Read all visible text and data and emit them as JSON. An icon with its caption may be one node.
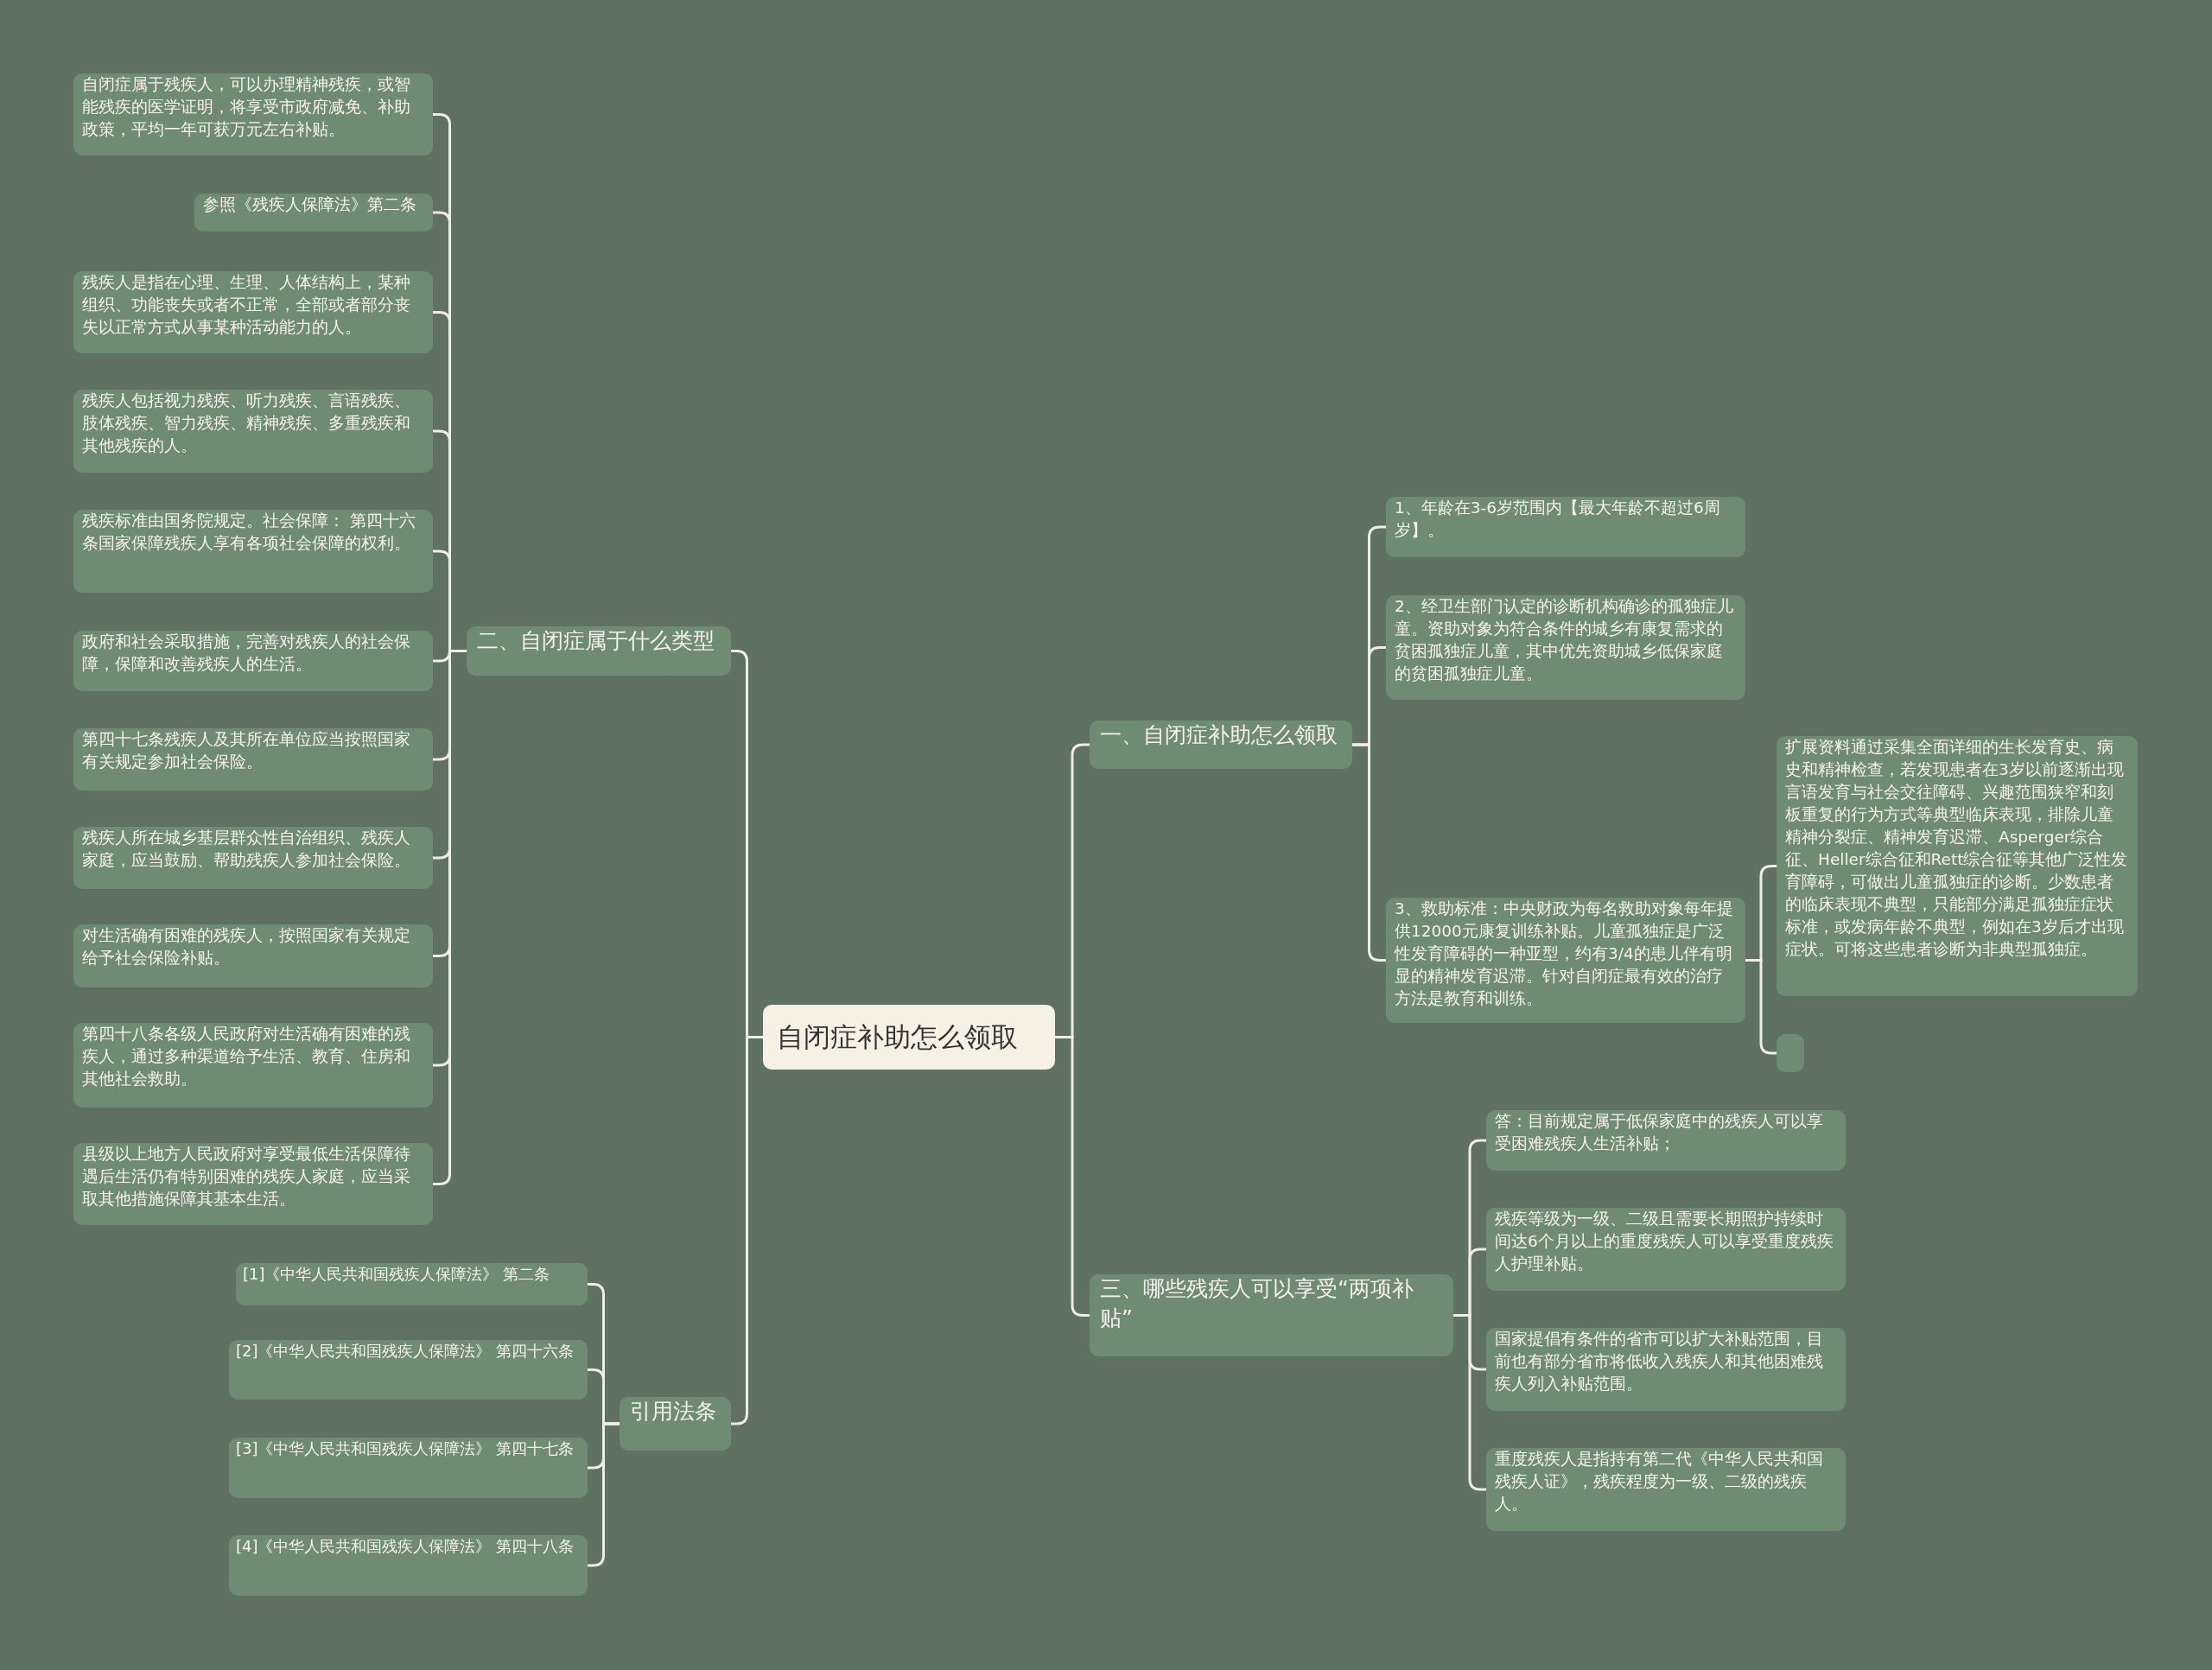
{
  "diagram": {
    "nodes": [
      {
        "text": [
          "自闭症补助怎么领取"
        ]
      },
      {
        "text": [
          "一、自闭症补助怎么领取"
        ]
      },
      {
        "text": [
          "1、年龄在3-6岁范围内【最大年龄不超过6周岁】。"
        ]
      },
      {
        "text": [
          "2、经卫生部门认定的诊断机构确诊的孤独症儿童。资助对象为符合条件的城乡有康复需求的贫困孤独症儿童，其中优先资助城乡低保家庭的贫困孤独症儿童。"
        ]
      },
      {
        "text": [
          "3、救助标准：中央财政为每名救助对象每年提供12000元康复训练补贴。儿童孤独症是广泛性发育障碍的一种亚型，约有3/4的患儿伴有明显的精神发育迟滞。针对自闭症最有效的治疗方法是教育和训练。"
        ]
      },
      {
        "text": [
          "扩展资料通过采集全面详细的生长发育史、病史和精神检查，若发现患者在3岁以前逐渐出现言语发育与社会交往障碍、兴趣范围狭窄和刻板重复的行为方式等典型临床表现，排除儿童精神分裂症、精神发育迟滞、Asperger综合征、Heller综合征和Rett综合征等其他广泛性发育障碍，可做出儿童孤独症的诊断。少数患者的临床表现不典型，只能部分满足孤独症症状标准，或发病年龄不典型，例如在3岁后才出现症状。可将这些患者诊断为非典型孤独症。"
        ]
      },
      {
        "text": [],
        "shape": "box"
      },
      {
        "text": [
          "三、哪些残疾人可以享受“两项补贴”"
        ]
      },
      {
        "text": [
          "答：目前规定属于低保家庭中的残疾人可以享受困难残疾人生活补贴；"
        ]
      },
      {
        "text": [
          "残疾等级为一级、二级且需要长期照护持续时间达6个月以上的重度残疾人可以享受重度残疾人护理补贴。"
        ]
      },
      {
        "text": [
          "国家提倡有条件的省市可以扩大补贴范围，目前也有部分省市将低收入残疾人和其他困难残疾人列入补贴范围。"
        ]
      },
      {
        "text": [
          "重度残疾人是指持有第二代《中华人民共和国残疾人证》，残疾程度为一级、二级的残疾人。"
        ]
      },
      {
        "text": [
          "二、自闭症属于什么类型"
        ]
      },
      {
        "text": [
          "自闭症属于残疾人，可以办理精神残疾，或智能残疾的医学证明，将享受市政府减免、补助政策，平均一年可获万元左右补贴。"
        ]
      },
      {
        "text": [
          "参照《残疾人保障法》第二条"
        ]
      },
      {
        "text": [
          "残疾人是指在心理、生理、人体结构上，某种组织、功能丧失或者不正常，全部或者部分丧失以正常方式从事某种活动能力的人。"
        ]
      },
      {
        "text": [
          "残疾人包括视力残疾、听力残疾、言语残疾、肢体残疾、智力残疾、精神残疾、多重残疾和其他残疾的人。"
        ]
      },
      {
        "text": [
          "残疾标准由国务院规定。社会保障： 第四十六条国家保障残疾人享有各项社会保障的权利。"
        ]
      },
      {
        "text": [
          "政府和社会采取措施，完善对残疾人的社会保障，保障和改善残疾人的生活。"
        ]
      },
      {
        "text": [
          "第四十七条残疾人及其所在单位应当按照国家有关规定参加社会保险。"
        ]
      },
      {
        "text": [
          "残疾人所在城乡基层群众性自治组织、残疾人家庭，应当鼓励、帮助残疾人参加社会保险。"
        ]
      },
      {
        "text": [
          "对生活确有困难的残疾人，按照国家有关规定给予社会保险补贴。"
        ]
      },
      {
        "text": [
          "第四十八条各级人民政府对生活确有困难的残疾人，通过多种渠道给予生活、教育、住房和其他社会救助。"
        ]
      },
      {
        "text": [
          "县级以上地方人民政府对享受最低生活保障待遇后生活仍有特别困难的残疾人家庭，应当采取其他措施保障其基本生活。"
        ]
      },
      {
        "text": [
          "引用法条"
        ]
      },
      {
        "text": [
          "[1]《中华人民共和国残疾人保障法》 第二条"
        ]
      },
      {
        "text": [
          "[2]《中华人民共和国残疾人保障法》 第四十六条"
        ]
      },
      {
        "text": [
          "[3]《中华人民共和国残疾人保障法》 第四十七条"
        ]
      },
      {
        "text": [
          "[4]《中华人民共和国残疾人保障法》 第四十八条"
        ]
      }
    ],
    "edges": [
      {
        "from": 0,
        "to": 1,
        "arrow": "none"
      },
      {
        "from": 1,
        "to": 2,
        "arrow": "none"
      },
      {
        "from": 1,
        "to": 3,
        "arrow": "none"
      },
      {
        "from": 1,
        "to": 4,
        "arrow": "none"
      },
      {
        "from": 4,
        "to": 5,
        "arrow": "none"
      },
      {
        "from": 4,
        "to": 6,
        "arrow": "none"
      },
      {
        "from": 0,
        "to": 7,
        "arrow": "none"
      },
      {
        "from": 7,
        "to": 8,
        "arrow": "none"
      },
      {
        "from": 7,
        "to": 9,
        "arrow": "none"
      },
      {
        "from": 7,
        "to": 10,
        "arrow": "none"
      },
      {
        "from": 7,
        "to": 11,
        "arrow": "none"
      },
      {
        "from": 0,
        "to": 12,
        "arrow": "none"
      },
      {
        "from": 12,
        "to": 13,
        "arrow": "none"
      },
      {
        "from": 12,
        "to": 14,
        "arrow": "none"
      },
      {
        "from": 12,
        "to": 15,
        "arrow": "none"
      },
      {
        "from": 12,
        "to": 16,
        "arrow": "none"
      },
      {
        "from": 12,
        "to": 17,
        "arrow": "none"
      },
      {
        "from": 12,
        "to": 18,
        "arrow": "none"
      },
      {
        "from": 12,
        "to": 19,
        "arrow": "none"
      },
      {
        "from": 12,
        "to": 20,
        "arrow": "none"
      },
      {
        "from": 12,
        "to": 21,
        "arrow": "none"
      },
      {
        "from": 12,
        "to": 22,
        "arrow": "none"
      },
      {
        "from": 12,
        "to": 23,
        "arrow": "none"
      },
      {
        "from": 0,
        "to": 24,
        "arrow": "none"
      },
      {
        "from": 24,
        "to": 25,
        "arrow": "none"
      },
      {
        "from": 24,
        "to": 26,
        "arrow": "none"
      },
      {
        "from": 24,
        "to": 27,
        "arrow": "none"
      },
      {
        "from": 24,
        "to": 28,
        "arrow": "none"
      }
    ]
  }
}
